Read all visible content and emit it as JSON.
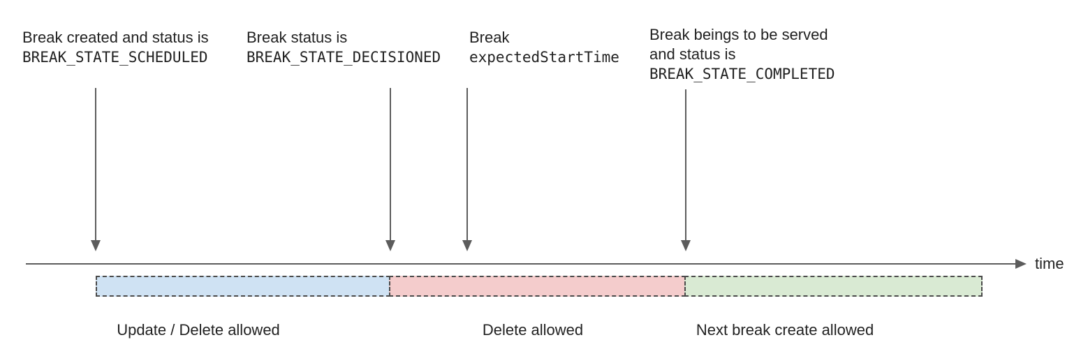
{
  "annotations": [
    {
      "text": "Break created and status is",
      "code": "BREAK_STATE_SCHEDULED"
    },
    {
      "text": "Break status is",
      "code": "BREAK_STATE_DECISIONED"
    },
    {
      "text": "Break",
      "code": "expectedStartTime"
    },
    {
      "text": "Break beings to be served",
      "text2": "and status is",
      "code": "BREAK_STATE_COMPLETED"
    }
  ],
  "timeline": {
    "axis_label": "time"
  },
  "segments": [
    {
      "label": "Update / Delete allowed",
      "color": "#cfe2f3"
    },
    {
      "label": "Delete allowed",
      "color": "#f4cccc"
    },
    {
      "label": "Next break create allowed",
      "color": "#d9ead3"
    }
  ],
  "colors": {
    "text": "#212121",
    "arrow_line": "#5c5c5c",
    "segment_border": "#4a4a4a"
  }
}
